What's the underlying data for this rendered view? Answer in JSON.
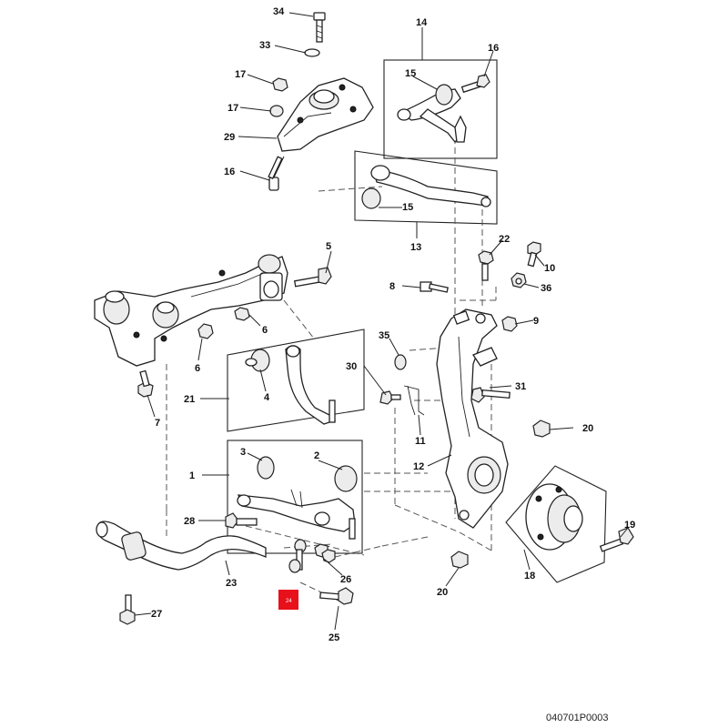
{
  "callouts": {
    "c1": "1",
    "c2": "2",
    "c3": "3",
    "c4": "4",
    "c5": "5",
    "c6a": "6",
    "c6b": "6",
    "c7": "7",
    "c8": "8",
    "c9": "9",
    "c10": "10",
    "c11": "11",
    "c12": "12",
    "c13": "13",
    "c14": "14",
    "c15a": "15",
    "c15b": "15",
    "c16a": "16",
    "c16b": "16",
    "c17a": "17",
    "c17b": "17",
    "c18": "18",
    "c19": "19",
    "c20a": "20",
    "c20b": "20",
    "c21": "21",
    "c22": "22",
    "c23": "23",
    "c24": "24",
    "c25": "25",
    "c26": "26",
    "c27": "27",
    "c28": "28",
    "c29": "29",
    "c30": "30",
    "c31": "31",
    "c33": "33",
    "c34": "34",
    "c35": "35",
    "c36": "36"
  },
  "highlight": {
    "label": "24",
    "color": "#e8101a"
  },
  "diagram_code": "040701P0003"
}
